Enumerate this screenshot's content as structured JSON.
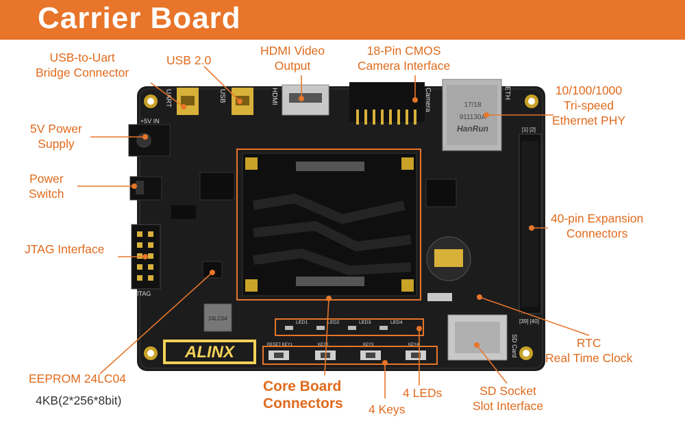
{
  "banner": {
    "title": "Carrier Board"
  },
  "labels": {
    "usb_uart": [
      "USB-to-Uart",
      "Bridge Connector"
    ],
    "usb2": "USB 2.0",
    "hdmi": [
      "HDMI Video",
      "Output"
    ],
    "camera": [
      "18-Pin CMOS",
      "Camera Interface"
    ],
    "ethernet": [
      "10/100/1000",
      "Tri-speed",
      "Ethernet PHY"
    ],
    "power_supply": [
      "5V Power",
      "Supply"
    ],
    "power_switch": [
      "Power",
      "Switch"
    ],
    "jtag": "JTAG Interface",
    "expansion": [
      "40-pin Expansion",
      "Connectors"
    ],
    "rtc": [
      "RTC",
      "Real Time Clock"
    ],
    "sd": [
      "SD Socket",
      "Slot Interface"
    ],
    "leds": "4 LEDs",
    "keys": "4 Keys",
    "core": [
      "Core Board",
      "Connectors"
    ],
    "eeprom": [
      "EEPROM 24LC04",
      "4KB(2*256*8bit)"
    ]
  },
  "silkscreen": {
    "brand": "ALINX",
    "uart": "UART",
    "usb": "USB",
    "hdmi": "HDMI",
    "camera": "Camera",
    "eth": "ETH",
    "power_in": "+5V IN",
    "jtag": "JTAG",
    "sd_card": "SD Card",
    "pin_top": "[1] [2]",
    "pin_bottom": "[39] [40]",
    "eth_chip_brand": "HanRun",
    "eth_chip_code": "911130A",
    "eth_chip_date": "17/18",
    "eeprom_chip": "24LC04",
    "led_labels": [
      "LED1",
      "LED2",
      "LED3",
      "LED4"
    ],
    "key_labels": [
      "RESET KEY1",
      "KEY2",
      "KEY3",
      "KEY4"
    ]
  },
  "colors": {
    "accent": "#e8752a",
    "label": "#e06a1c",
    "board": "#1c1c1c",
    "gold": "#c9a227"
  }
}
